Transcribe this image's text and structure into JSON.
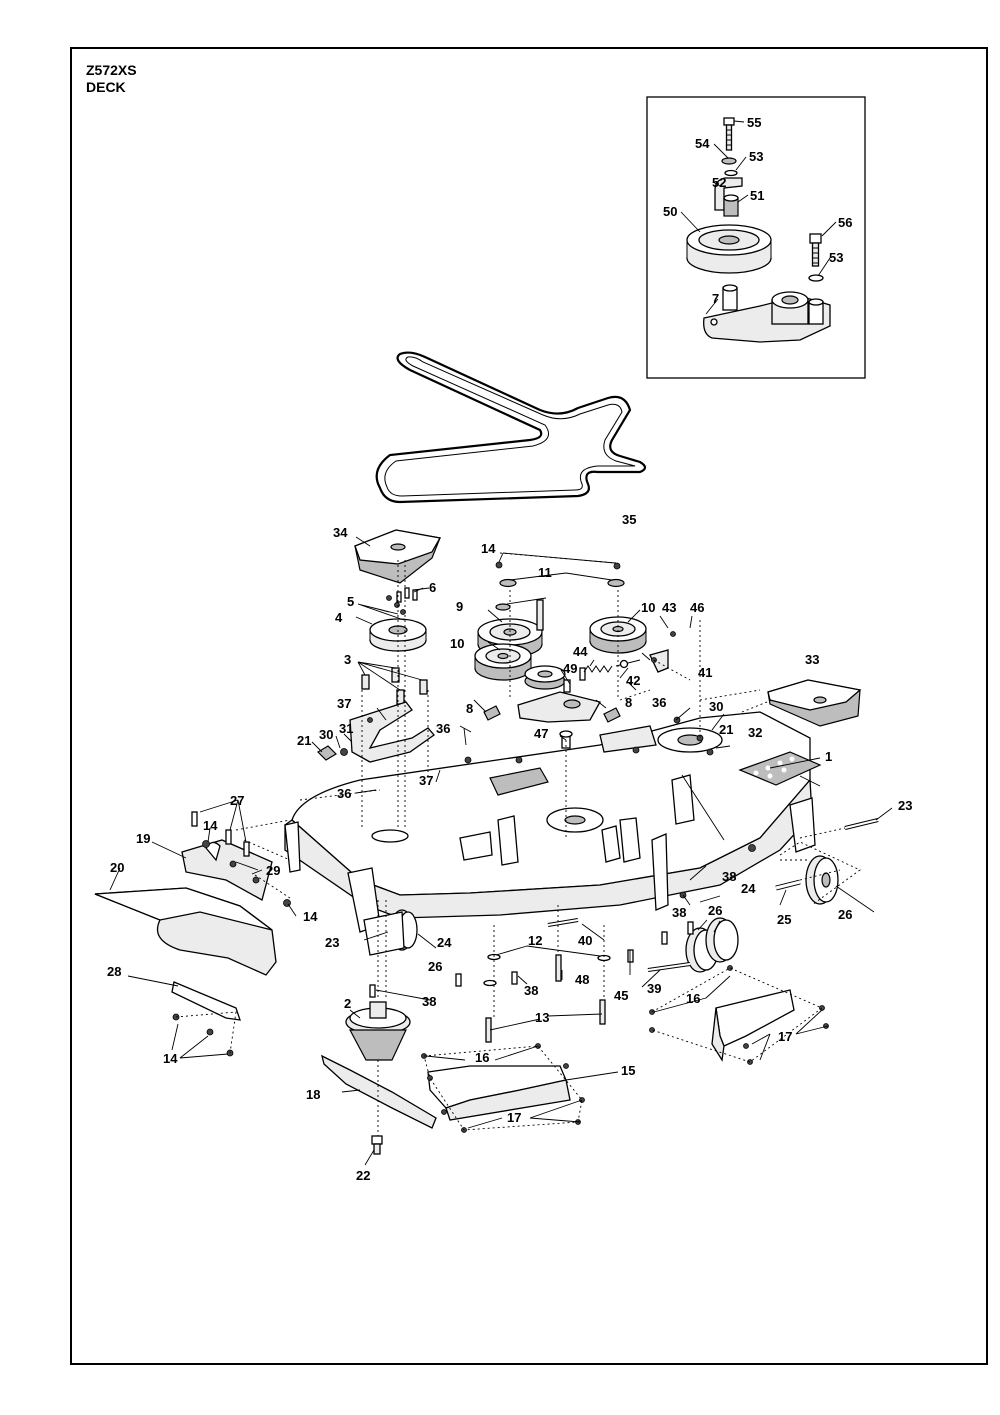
{
  "header": {
    "model": "Z572XS",
    "section": "DECK"
  },
  "callouts": [
    "1",
    "2",
    "3",
    "4",
    "5",
    "6",
    "7",
    "8",
    "9",
    "10",
    "11",
    "12",
    "13",
    "14",
    "15",
    "16",
    "17",
    "18",
    "19",
    "20",
    "21",
    "22",
    "23",
    "24",
    "25",
    "26",
    "27",
    "28",
    "29",
    "30",
    "31",
    "32",
    "33",
    "34",
    "35",
    "36",
    "37",
    "38",
    "39",
    "40",
    "41",
    "42",
    "43",
    "44",
    "45",
    "46",
    "47",
    "48",
    "49",
    "50",
    "51",
    "52",
    "53",
    "54",
    "55",
    "56"
  ],
  "colors": {
    "line": "#000000",
    "background": "#ffffff",
    "shade": "#bdbdbd"
  }
}
